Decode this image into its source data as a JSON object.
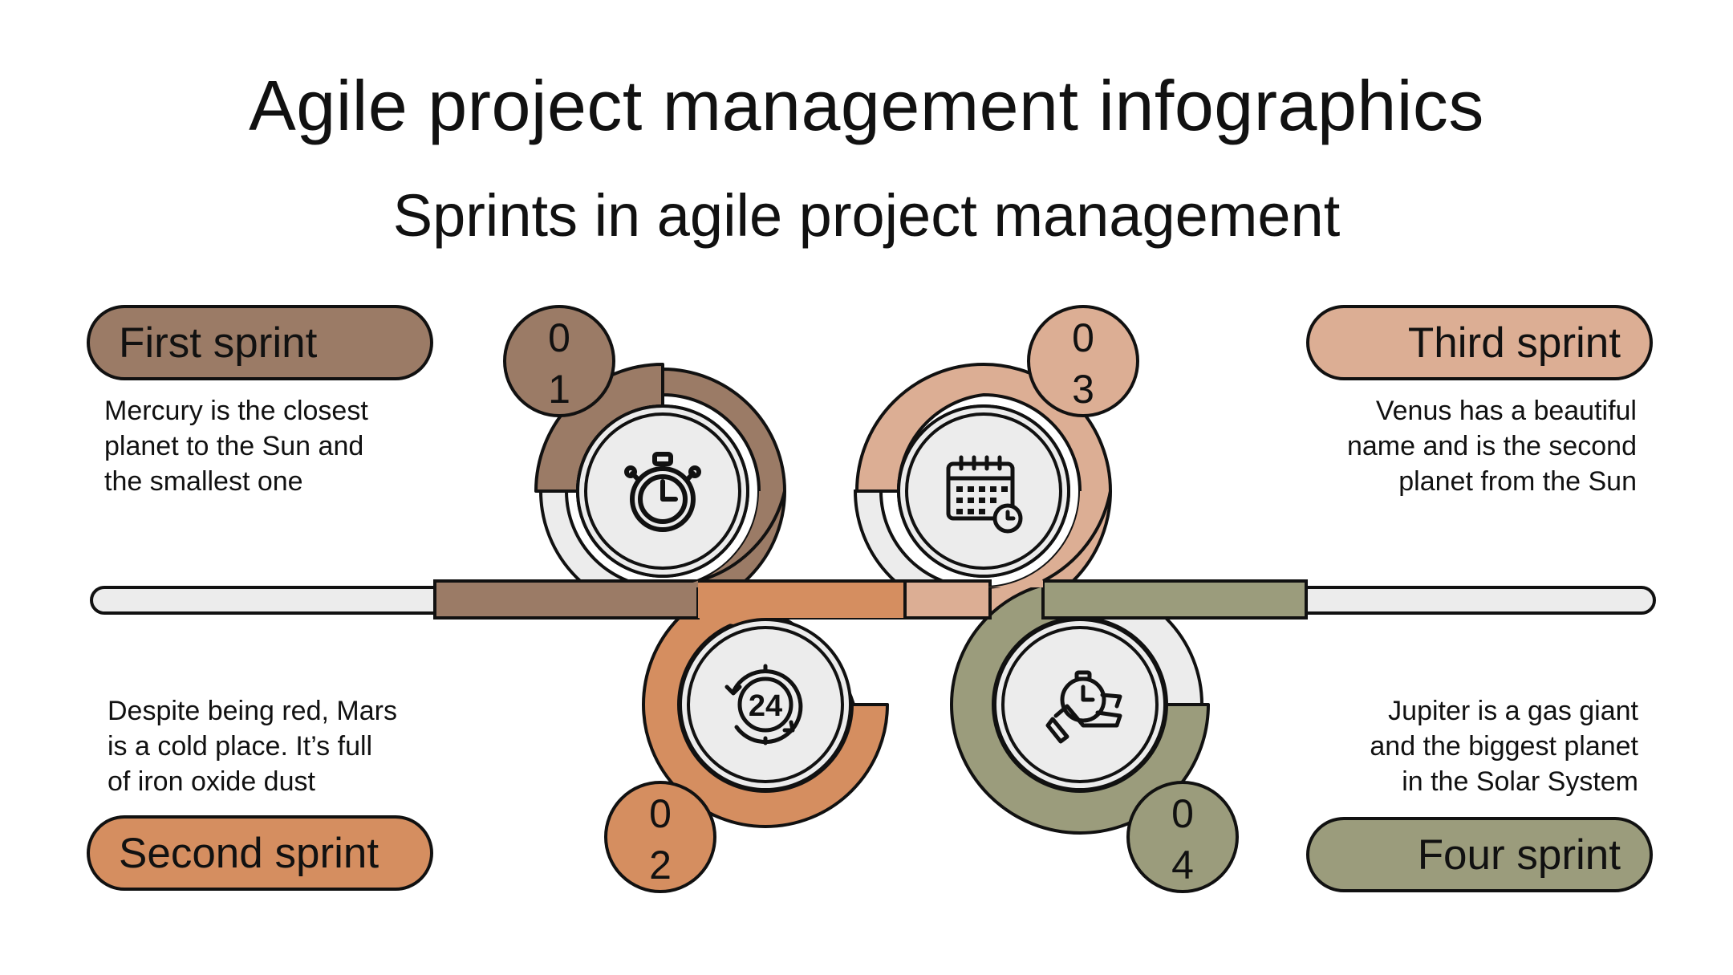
{
  "title": "Agile project management infographics",
  "subtitle": "Sprints in agile project management",
  "colors": {
    "first": "#9b7b66",
    "second": "#d58e60",
    "third": "#dcae94",
    "fourth": "#9b9c7c",
    "track": "#ececec",
    "outline": "#111111"
  },
  "steps": [
    {
      "label": "First sprint",
      "number_top": "0",
      "number_bottom": "1",
      "text": [
        "Mercury is the closest",
        "planet to the Sun and",
        "the smallest one"
      ],
      "icon": "stopwatch-icon"
    },
    {
      "label": "Second sprint",
      "number_top": "0",
      "number_bottom": "2",
      "text": [
        "Despite being red, Mars",
        "is a cold place. It’s full",
        "of iron oxide dust"
      ],
      "icon": "24-hours-icon"
    },
    {
      "label": "Third sprint",
      "number_top": "0",
      "number_bottom": "3",
      "text": [
        "Venus has a beautiful",
        "name and is the second",
        "planet from the Sun"
      ],
      "icon": "calendar-clock-icon"
    },
    {
      "label": "Four sprint",
      "number_top": "0",
      "number_bottom": "4",
      "text": [
        "Jupiter is a gas giant",
        "and the biggest planet",
        "in the Solar System"
      ],
      "icon": "hand-stopwatch-icon"
    }
  ]
}
